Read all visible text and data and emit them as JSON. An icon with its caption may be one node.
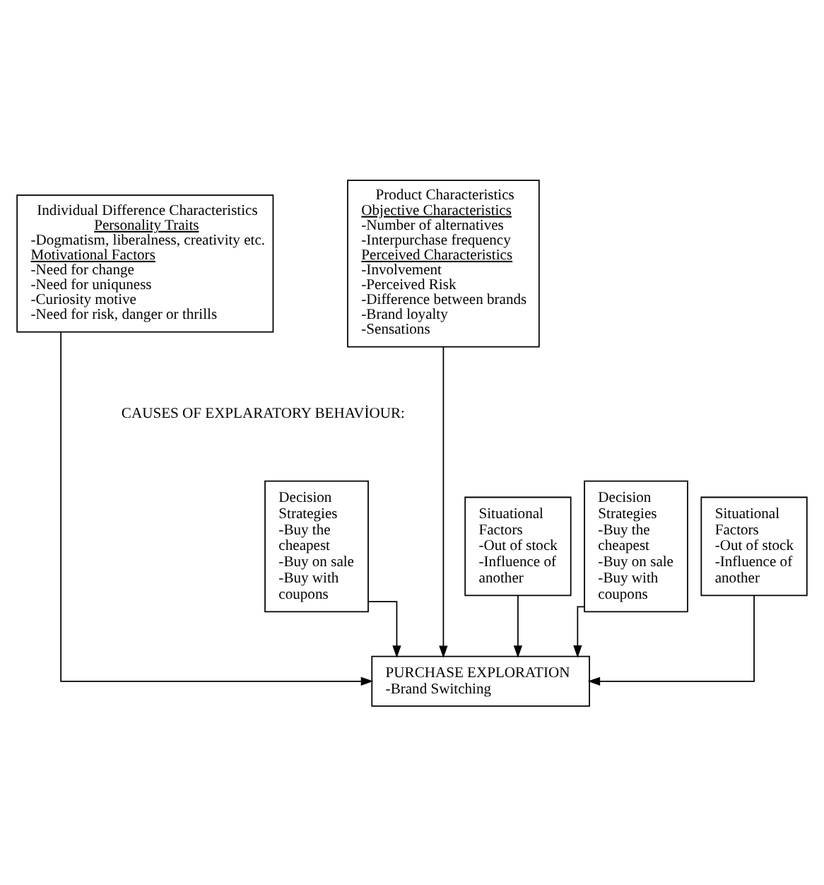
{
  "diagram": {
    "nodes": [
      {
        "text": [
          "Individual Difference Characteristics",
          "Personality Traits",
          "-Dogmatism, liberalness, creativity etc.",
          "Motivational Factors",
          "-Need for change",
          "-Need for uniquness",
          "-Curiosity motive",
          "-Need for risk, danger or thrills"
        ]
      },
      {
        "text": [
          "Product Characteristics",
          "Objective Characteristics",
          "-Number of alternatives",
          "-Interpurchase frequency",
          "Perceived Characteristics",
          "-Involvement",
          "-Perceived Risk",
          "-Difference between brands",
          "-Brand loyalty",
          "-Sensations"
        ]
      },
      {
        "text": [
          "Decision Strategies",
          "-Buy the cheapest",
          "-Buy on sale",
          "-Buy with coupons"
        ]
      },
      {
        "text": [
          "Situational Factors",
          "-Out of stock",
          "-Influence of another"
        ]
      },
      {
        "text": [
          "Decision Strategies",
          "-Buy the cheapest",
          "-Buy on sale",
          "-Buy with coupons"
        ]
      },
      {
        "text": [
          "Situational Factors",
          "-Out of stock",
          "-Influence of another"
        ]
      },
      {
        "text": [
          "PURCHASE EXPLORATION",
          "-Brand Switching"
        ]
      }
    ],
    "edges": [
      {
        "from": 0,
        "to": 6,
        "arrow": "to"
      },
      {
        "from": 1,
        "to": 6,
        "arrow": "to"
      },
      {
        "from": 2,
        "to": 6,
        "arrow": "to"
      },
      {
        "from": 3,
        "to": 6,
        "arrow": "to"
      },
      {
        "from": 4,
        "to": 6,
        "arrow": "to"
      },
      {
        "from": 5,
        "to": 6,
        "arrow": "to"
      }
    ],
    "labels": [
      "CAUSES OF EXPLARATORY BEHAVİOUR:"
    ]
  }
}
